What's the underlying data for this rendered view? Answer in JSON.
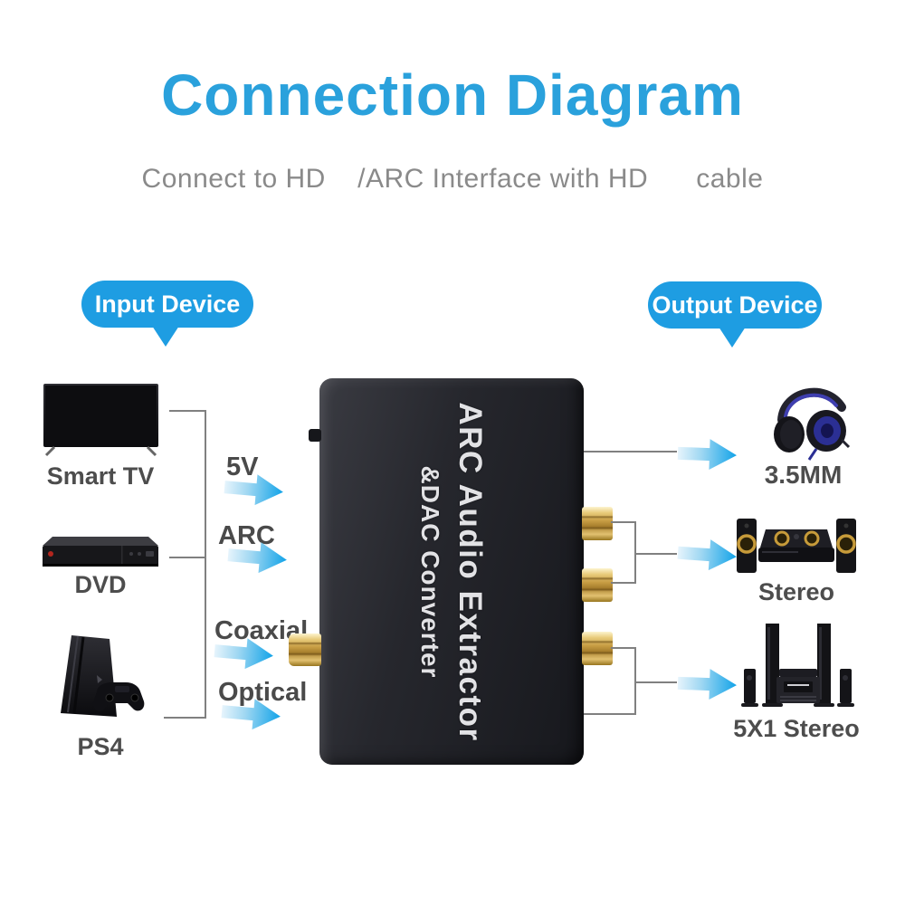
{
  "header": {
    "title": "Connection Diagram",
    "subtitle": "Connect to HD    /ARC Interface with HD      cable"
  },
  "colors": {
    "accent_blue": "#2aa1dc",
    "bubble_blue": "#1e9de2",
    "arrow_blue": "#12a3e8",
    "subtitle_gray": "#8a8a8a",
    "label_gray": "#4a4a4a",
    "line_gray": "#808080",
    "device_body": "#1d1e24",
    "connector_gold": "#c79d44"
  },
  "input_section": {
    "bubble_label": "Input Device",
    "devices": [
      {
        "id": "smart-tv",
        "label": "Smart TV"
      },
      {
        "id": "dvd",
        "label": "DVD"
      },
      {
        "id": "ps4",
        "label": "PS4"
      }
    ],
    "ports": [
      {
        "label": "5V"
      },
      {
        "label": "ARC"
      },
      {
        "label": "Coaxial"
      },
      {
        "label": "Optical"
      }
    ]
  },
  "converter": {
    "line1": "ARC Audio Extractor",
    "line2": "&DAC Converter"
  },
  "output_section": {
    "bubble_label": "Output Device",
    "devices": [
      {
        "id": "headphones",
        "label": "3.5MM"
      },
      {
        "id": "stereo",
        "label": "Stereo"
      },
      {
        "id": "home-theater",
        "label": "5X1 Stereo"
      }
    ]
  }
}
